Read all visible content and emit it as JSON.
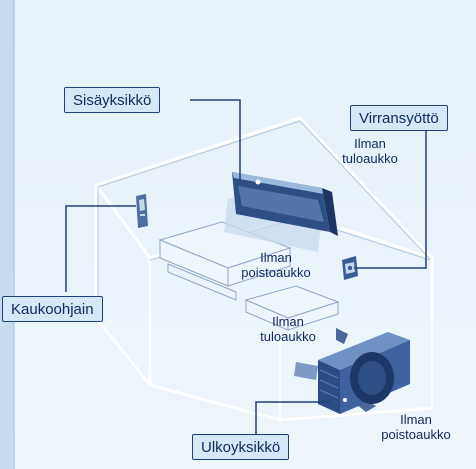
{
  "labels": {
    "indoor_unit": "Sisäyksikkö",
    "power_supply": "Virransyöttö",
    "remote_controller": "Kaukoohjain",
    "outdoor_unit": "Ulkoyksikkö"
  },
  "notes": {
    "air_inlet_indoor": [
      "Ilman",
      "tuloaukko"
    ],
    "air_outlet_indoor": [
      "Ilman",
      "poistoaukko"
    ],
    "air_inlet_outdoor": [
      "Ilman",
      "tuloaukko"
    ],
    "air_outlet_outdoor": [
      "Ilman",
      "poistoaukko"
    ]
  },
  "colors": {
    "background": "#e6f1fb",
    "line": "#1e3f78",
    "callout_fill": "#d6e7f7",
    "unit_fill": "#2d4f86"
  }
}
